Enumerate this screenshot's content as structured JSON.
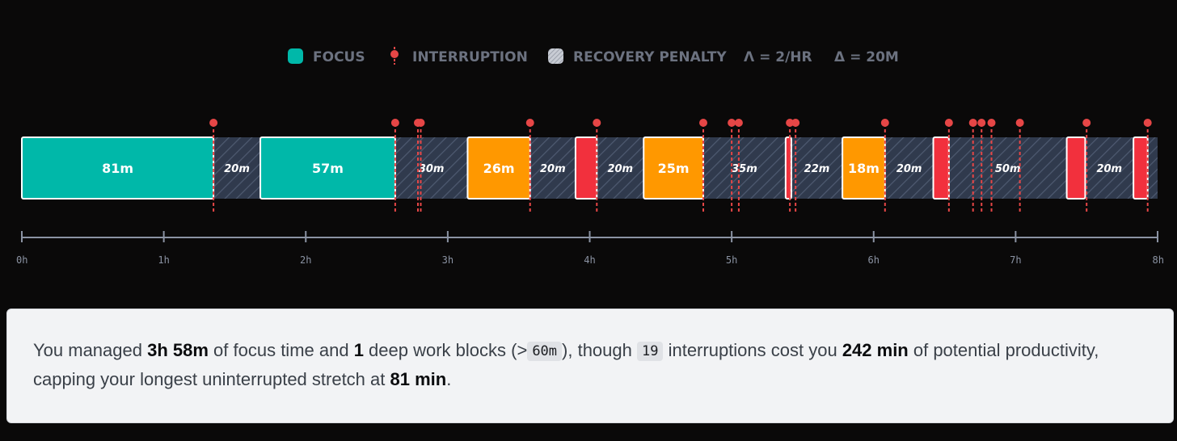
{
  "legend": {
    "focus": "FOCUS",
    "interruption": "INTERRUPTION",
    "recovery": "RECOVERY PENALTY",
    "lambda": "Λ = 2/HR",
    "delta": "Δ = 20M"
  },
  "colors": {
    "background": "#0a0909",
    "focus_teal": "#00b8a9",
    "focus_orange": "#ff9800",
    "focus_red": "#f2303d",
    "penalty": "#303a4d",
    "interruption": "#e64646",
    "axis": "#8b93a3"
  },
  "chart_data": {
    "type": "timeline",
    "x_unit": "hours",
    "xlim": [
      0,
      8
    ],
    "ticks": [
      "0h",
      "1h",
      "2h",
      "3h",
      "4h",
      "5h",
      "6h",
      "7h",
      "8h"
    ],
    "focus_blocks": [
      {
        "start": 0.0,
        "end": 1.35,
        "label": "81m",
        "color": "teal"
      },
      {
        "start": 1.68,
        "end": 2.63,
        "label": "57m",
        "color": "teal"
      },
      {
        "start": 3.14,
        "end": 3.58,
        "label": "26m",
        "color": "orange"
      },
      {
        "start": 3.9,
        "end": 4.05,
        "label": "",
        "color": "red"
      },
      {
        "start": 4.38,
        "end": 4.8,
        "label": "25m",
        "color": "orange"
      },
      {
        "start": 5.38,
        "end": 5.42,
        "label": "",
        "color": "red"
      },
      {
        "start": 5.78,
        "end": 6.08,
        "label": "18m",
        "color": "orange"
      },
      {
        "start": 6.42,
        "end": 6.53,
        "label": "",
        "color": "red"
      },
      {
        "start": 7.36,
        "end": 7.49,
        "label": "",
        "color": "red"
      },
      {
        "start": 7.83,
        "end": 7.93,
        "label": "",
        "color": "red"
      }
    ],
    "penalties": [
      {
        "start": 1.35,
        "end": 1.68,
        "label": "20m"
      },
      {
        "start": 2.63,
        "end": 3.14,
        "label": "30m"
      },
      {
        "start": 3.58,
        "end": 3.9,
        "label": "20m"
      },
      {
        "start": 4.05,
        "end": 4.38,
        "label": "20m"
      },
      {
        "start": 4.8,
        "end": 5.38,
        "label": "35m"
      },
      {
        "start": 5.42,
        "end": 5.78,
        "label": "22m"
      },
      {
        "start": 6.08,
        "end": 6.42,
        "label": "20m"
      },
      {
        "start": 6.53,
        "end": 7.36,
        "label": "50m"
      },
      {
        "start": 7.49,
        "end": 7.83,
        "label": "20m"
      },
      {
        "start": 7.93,
        "end": 8.0,
        "label": ""
      }
    ],
    "interruptions": [
      1.35,
      2.63,
      2.79,
      2.81,
      3.58,
      4.05,
      4.8,
      5.0,
      5.05,
      5.41,
      5.45,
      6.08,
      6.53,
      6.7,
      6.76,
      6.83,
      7.03,
      7.5,
      7.93
    ]
  },
  "summary": {
    "t1": "You managed ",
    "focus_time": "3h 58m",
    "t2": " of focus time and ",
    "deep_blocks": "1",
    "t3": " deep work blocks (>",
    "threshold": "60m",
    "t4": "), though ",
    "interruptions": "19",
    "t5": " interruptions cost you ",
    "cost": "242 min",
    "t6": " of potential productivity, capping your longest uninterrupted stretch at ",
    "longest": "81 min",
    "t7": "."
  }
}
